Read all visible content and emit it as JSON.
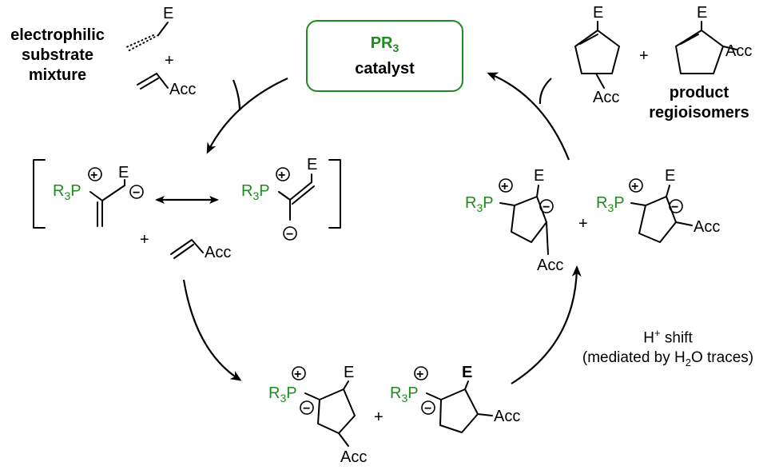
{
  "catalyst": {
    "formula": "PR",
    "subscript": "3",
    "label": "catalyst"
  },
  "substrate_label": [
    "electrophilic",
    "substrate",
    "mixture"
  ],
  "products_label": [
    "product",
    "regioisomers"
  ],
  "shift_label": {
    "line1_main": "H",
    "line1_sup": "+",
    "line1_rest": " shift",
    "line2": "(mediated by H",
    "line2_sub": "2",
    "line2_rest": "O traces)"
  },
  "atoms": {
    "E": "E",
    "Acc": "Acc",
    "R3P_R": "R",
    "R3P_sub": "3",
    "R3P_P": "P",
    "plus": "+",
    "charge_plus": "+",
    "charge_minus": "−"
  },
  "colors": {
    "phosphorus": "#1f8a1f",
    "box_border": "#1f8a1f",
    "new_bond": "#e01010"
  }
}
